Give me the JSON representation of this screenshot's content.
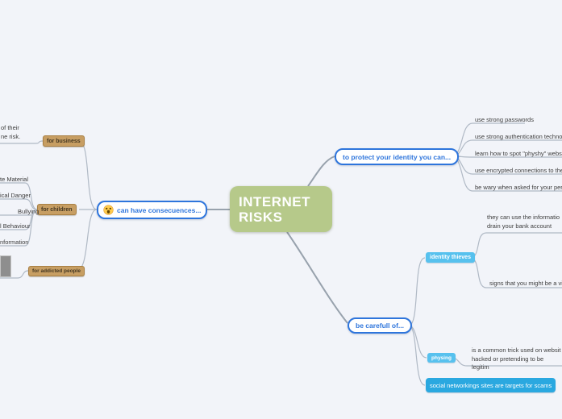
{
  "central": {
    "label": "INTERNET\nRISKS"
  },
  "protect_branch": {
    "label": "to protect your identity you can...",
    "leaves": [
      "use strong passwords",
      "use strong authentication technology",
      "learn how to spot \"physhy\" websites an",
      "use encrypted connections to the intern",
      "be wary when asked for your personal"
    ]
  },
  "consequences_branch": {
    "label": "can have consecuences...",
    "business": {
      "label": "for business",
      "leaf": "of their\nne risk."
    },
    "children": {
      "label": "for children",
      "leaves": [
        "te Material",
        "ical Danger",
        "Bullying",
        "l Behaviour",
        "nformation"
      ]
    },
    "addicted": {
      "label": "for addicted people"
    }
  },
  "careful_branch": {
    "label": "be carefull of...",
    "identity": {
      "label": "identity thieves",
      "leaves": [
        "they can use the informatio\ndrain your bank account",
        "signs that you might be a vi"
      ]
    },
    "physing": {
      "label": "physing",
      "leaf": "is a common trick used on websit\nhacked or pretending to be legitim"
    },
    "social": {
      "label": "social networkings sites are targets for scams"
    }
  },
  "colors": {
    "background": "#f2f4f9",
    "central_node": "#b6c98a",
    "blue_topic": "#2e75dc",
    "tan_node": "#c79e63",
    "sky_node": "#57c1ee",
    "social_node": "#2aa8e0",
    "connector": "#98a2ad",
    "leaf_line": "#b0b9c5"
  }
}
